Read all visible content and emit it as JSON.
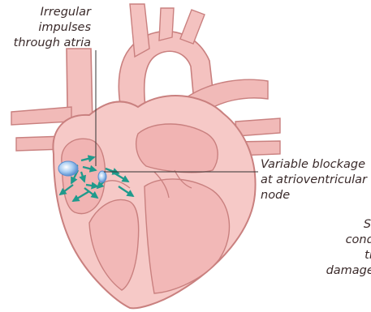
{
  "labels": {
    "atria": {
      "lines": [
        "Irregular",
        "impulses",
        "through atria"
      ]
    },
    "av": {
      "lines": [
        "Variable blockage",
        "at atrioventricular",
        "node"
      ]
    },
    "slow": {
      "lines": [
        "Slo",
        "condu",
        "thr",
        "damaged"
      ]
    }
  },
  "colors": {
    "heart_fill": "#f6c9c7",
    "heart_dark": "#e9a3a2",
    "heart_outline": "#c9807f",
    "arrow": "#1f9a8c",
    "node": "#8fb8e8",
    "pointer_line": "#333333"
  }
}
